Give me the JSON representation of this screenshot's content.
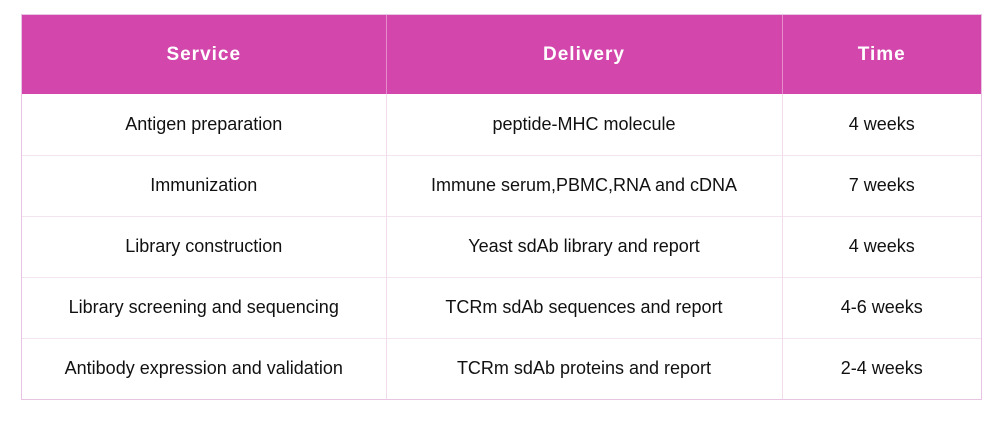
{
  "table": {
    "headers": [
      "Service",
      "Delivery",
      "Time"
    ],
    "rows": [
      [
        "Antigen preparation",
        "peptide-MHC molecule",
        "4 weeks"
      ],
      [
        "Immunization",
        "Immune serum,PBMC,RNA and cDNA",
        "7 weeks"
      ],
      [
        "Library construction",
        "Yeast sdAb library and report",
        "4 weeks"
      ],
      [
        "Library screening and sequencing",
        "TCRm sdAb sequences and report",
        "4-6 weeks"
      ],
      [
        "Antibody expression and validation",
        "TCRm sdAb proteins and report",
        "2-4 weeks"
      ]
    ]
  },
  "colors": {
    "header_background": "#d347ad",
    "header_text": "#ffffff",
    "border": "#e9c4e2"
  }
}
